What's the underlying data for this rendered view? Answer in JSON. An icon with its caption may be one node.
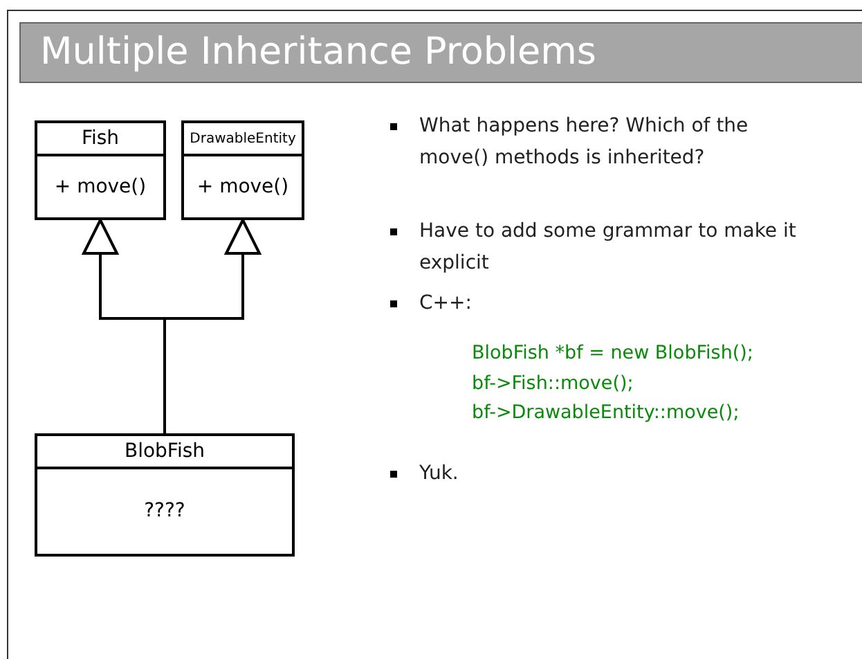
{
  "diagram": {
    "title": "Multiple Inheritance Problems",
    "nodes": [
      {
        "text": [
          "Fish",
          "+ move()"
        ]
      },
      {
        "text": [
          "DrawableEntity",
          "+ move()"
        ]
      },
      {
        "text": [
          "BlobFish",
          "????"
        ]
      }
    ],
    "edges": [
      {
        "from": 2,
        "to": 0,
        "arrow": "to"
      },
      {
        "from": 2,
        "to": 1,
        "arrow": "to"
      }
    ],
    "labels": [
      "What happens here? Which of the move() methods is inherited?",
      "Have to add some grammar to make it explicit",
      "C++:",
      "BlobFish *bf = new BlobFish();",
      "bf->Fish::move();",
      "bf->DrawableEntity::move();",
      "Yuk."
    ]
  }
}
